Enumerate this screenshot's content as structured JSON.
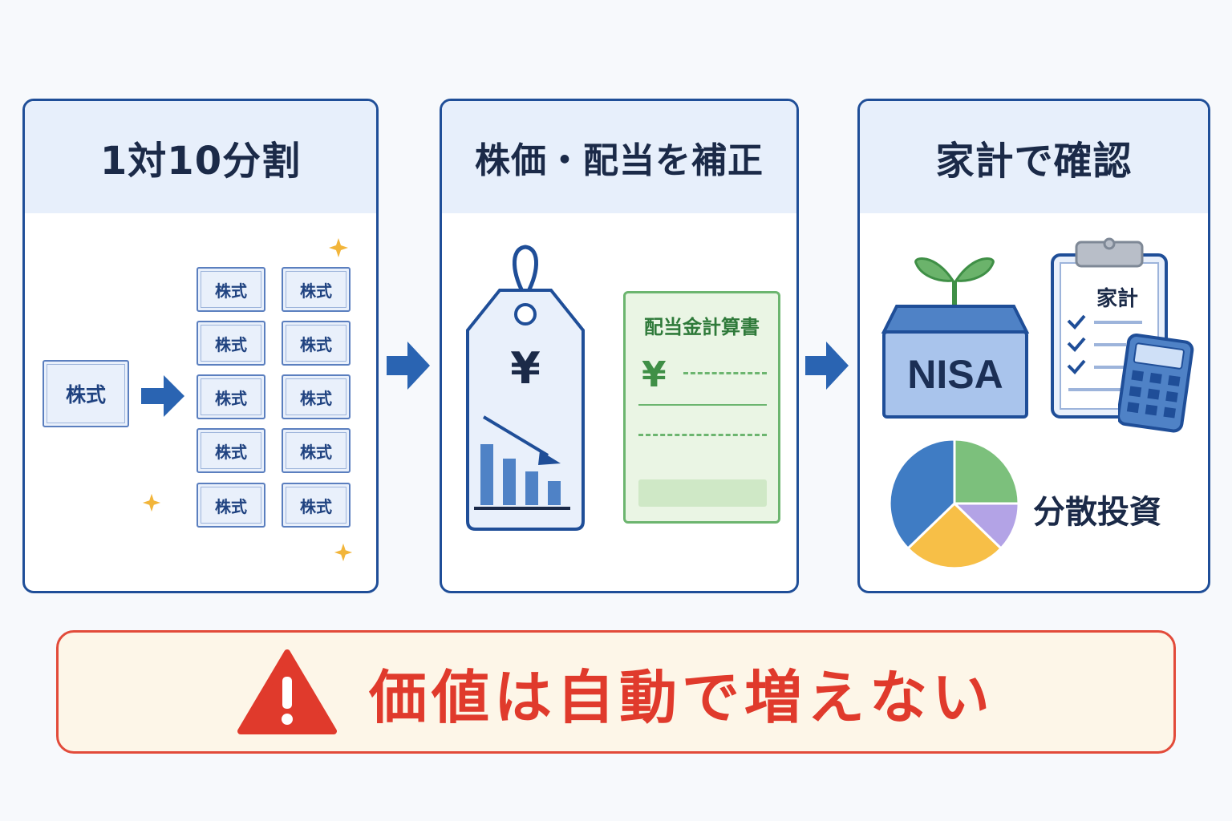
{
  "panels": {
    "split": {
      "title": "1対10分割",
      "stock_label": "株式"
    },
    "adjust": {
      "title": "株価・配当を補正",
      "tag_symbol": "¥",
      "doc_title": "配当金計算書",
      "doc_symbol": "¥"
    },
    "household": {
      "title": "家計で確認",
      "nisa_label": "NISA",
      "clipboard_label": "家計",
      "diversify_label": "分散投資"
    }
  },
  "warning": {
    "text": "価値は自動で増えない",
    "icon": "warning-triangle-icon"
  },
  "colors": {
    "frame": "#1f4e98",
    "header_bg": "#e7effb",
    "arrow": "#2a64b2",
    "green": "#3f8f46",
    "warning_red": "#e03a2c",
    "warning_bg": "#fdf6e8",
    "pie_blue": "#3f7cc4",
    "pie_green": "#7cc07c",
    "pie_purple": "#b3a3e6",
    "pie_yellow": "#f7bf47"
  }
}
